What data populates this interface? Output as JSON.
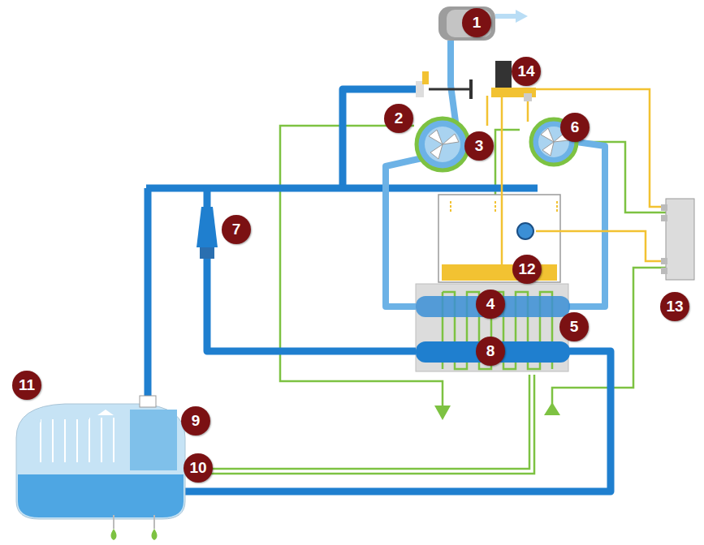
{
  "diagram": {
    "labels": [
      "1",
      "14",
      "2",
      "3",
      "6",
      "7",
      "12",
      "4",
      "5",
      "8",
      "13",
      "11",
      "9",
      "10"
    ]
  }
}
